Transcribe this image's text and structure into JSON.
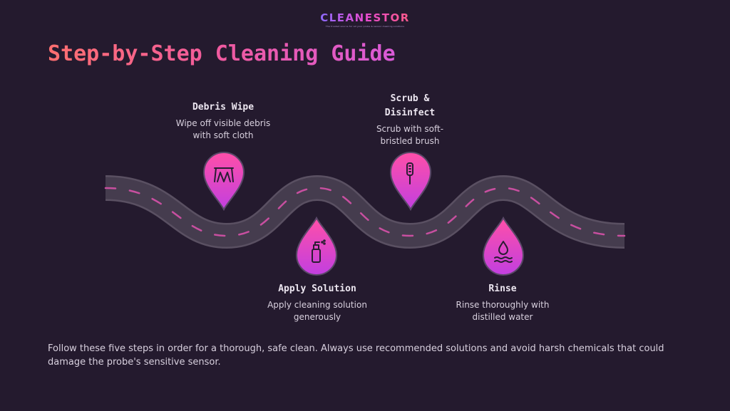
{
  "brand": {
    "name": "CLEANESTOR",
    "tagline": "The trusted source for all your probe & sensor cleaning solutions"
  },
  "title": "Step-by-Step Cleaning Guide",
  "steps": [
    {
      "title": "Debris Wipe",
      "desc": "Wipe off visible debris with soft cloth",
      "icon": "cloth-icon"
    },
    {
      "title": "Apply Solution",
      "desc": "Apply cleaning solution generously",
      "icon": "spray-bottle-icon"
    },
    {
      "title": "Scrub & Disinfect",
      "desc": "Scrub with soft-bristled brush",
      "icon": "toothbrush-icon"
    },
    {
      "title": "Rinse",
      "desc": "Rinse thoroughly with distilled water",
      "icon": "water-drop-icon"
    }
  ],
  "footer": "Follow these five steps in order for a thorough, safe clean. Always use recommended solutions and avoid harsh chemicals that could damage the probe's sensitive sensor.",
  "colors": {
    "background": "#241a2e",
    "road": "#4a4152",
    "road_dash": "#c84fa0",
    "pin_gradient_start": "#ff4fa8",
    "pin_gradient_end": "#c23fe0"
  }
}
